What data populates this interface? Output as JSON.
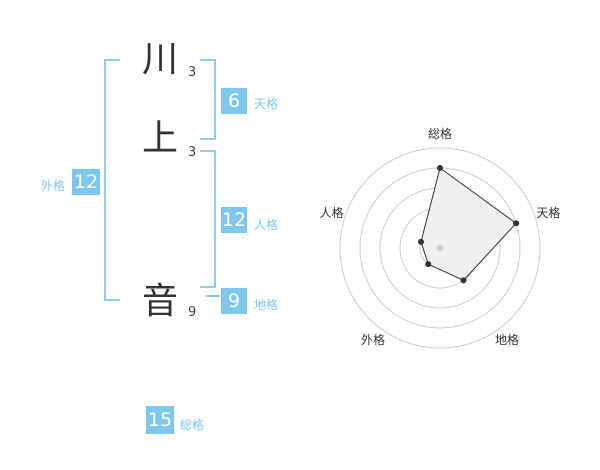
{
  "name": {
    "characters": [
      {
        "char": "川",
        "strokes": "3"
      },
      {
        "char": "上",
        "strokes": "3"
      },
      {
        "char": "音",
        "strokes": "9"
      }
    ]
  },
  "fortune": {
    "tenkaku": {
      "value": "6",
      "label": "天格"
    },
    "jinkaku": {
      "value": "12",
      "label": "人格"
    },
    "chikaku": {
      "value": "9",
      "label": "地格"
    },
    "gaikaku": {
      "value": "12",
      "label": "外格"
    },
    "soukaku": {
      "value": "15",
      "label": "総格"
    }
  },
  "radar": {
    "axes": [
      "総格",
      "天格",
      "地格",
      "外格",
      "人格"
    ],
    "levels": 5,
    "values": [
      4,
      4,
      2,
      1,
      1
    ],
    "colors": {
      "ring": "#cccccc",
      "fill": "#eeeeee",
      "line": "#333333",
      "point": "#333333",
      "center": "#cccccc"
    }
  },
  "colors": {
    "accent": "#7ec8f0",
    "bracket": "#8ccbee"
  }
}
